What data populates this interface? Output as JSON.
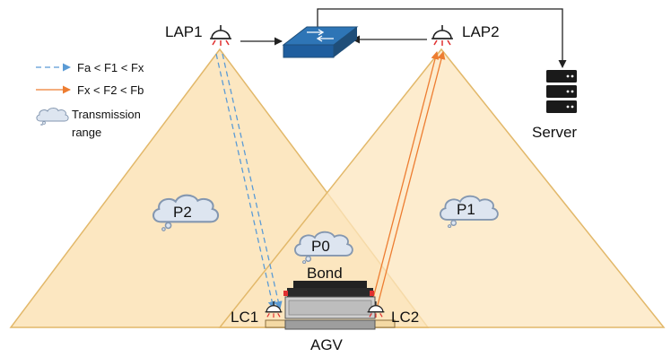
{
  "colors": {
    "coverage_fill": "#FCE6BE",
    "coverage_stroke": "#E2B86A",
    "downlink": "#5B9BD5",
    "uplink": "#ED7D31",
    "cloud_fill": "#DDE5F0",
    "cloud_stroke": "#8497B0",
    "switch_top": "#2E75B6",
    "switch_side": "#1F4E79",
    "server": "#1A1A1A"
  },
  "labels": {
    "lap1": "LAP1",
    "lap2": "LAP2",
    "server": "Server",
    "agv": "AGV",
    "bond": "Bond",
    "lc1": "LC1",
    "lc2": "LC2",
    "p0": "P0",
    "p1": "P1",
    "p2": "P2"
  },
  "legend": {
    "downlink": "Fa < F1 < Fx",
    "uplink": "Fx < F2 < Fb",
    "transmission_line1": "Transmission",
    "transmission_line2": "range"
  },
  "icons": {
    "lamp": "ceiling-lamp-icon",
    "switch": "network-switch-icon",
    "server": "server-rack-icon",
    "cloud": "cloud-icon",
    "vehicle": "agv-vehicle-icon"
  }
}
